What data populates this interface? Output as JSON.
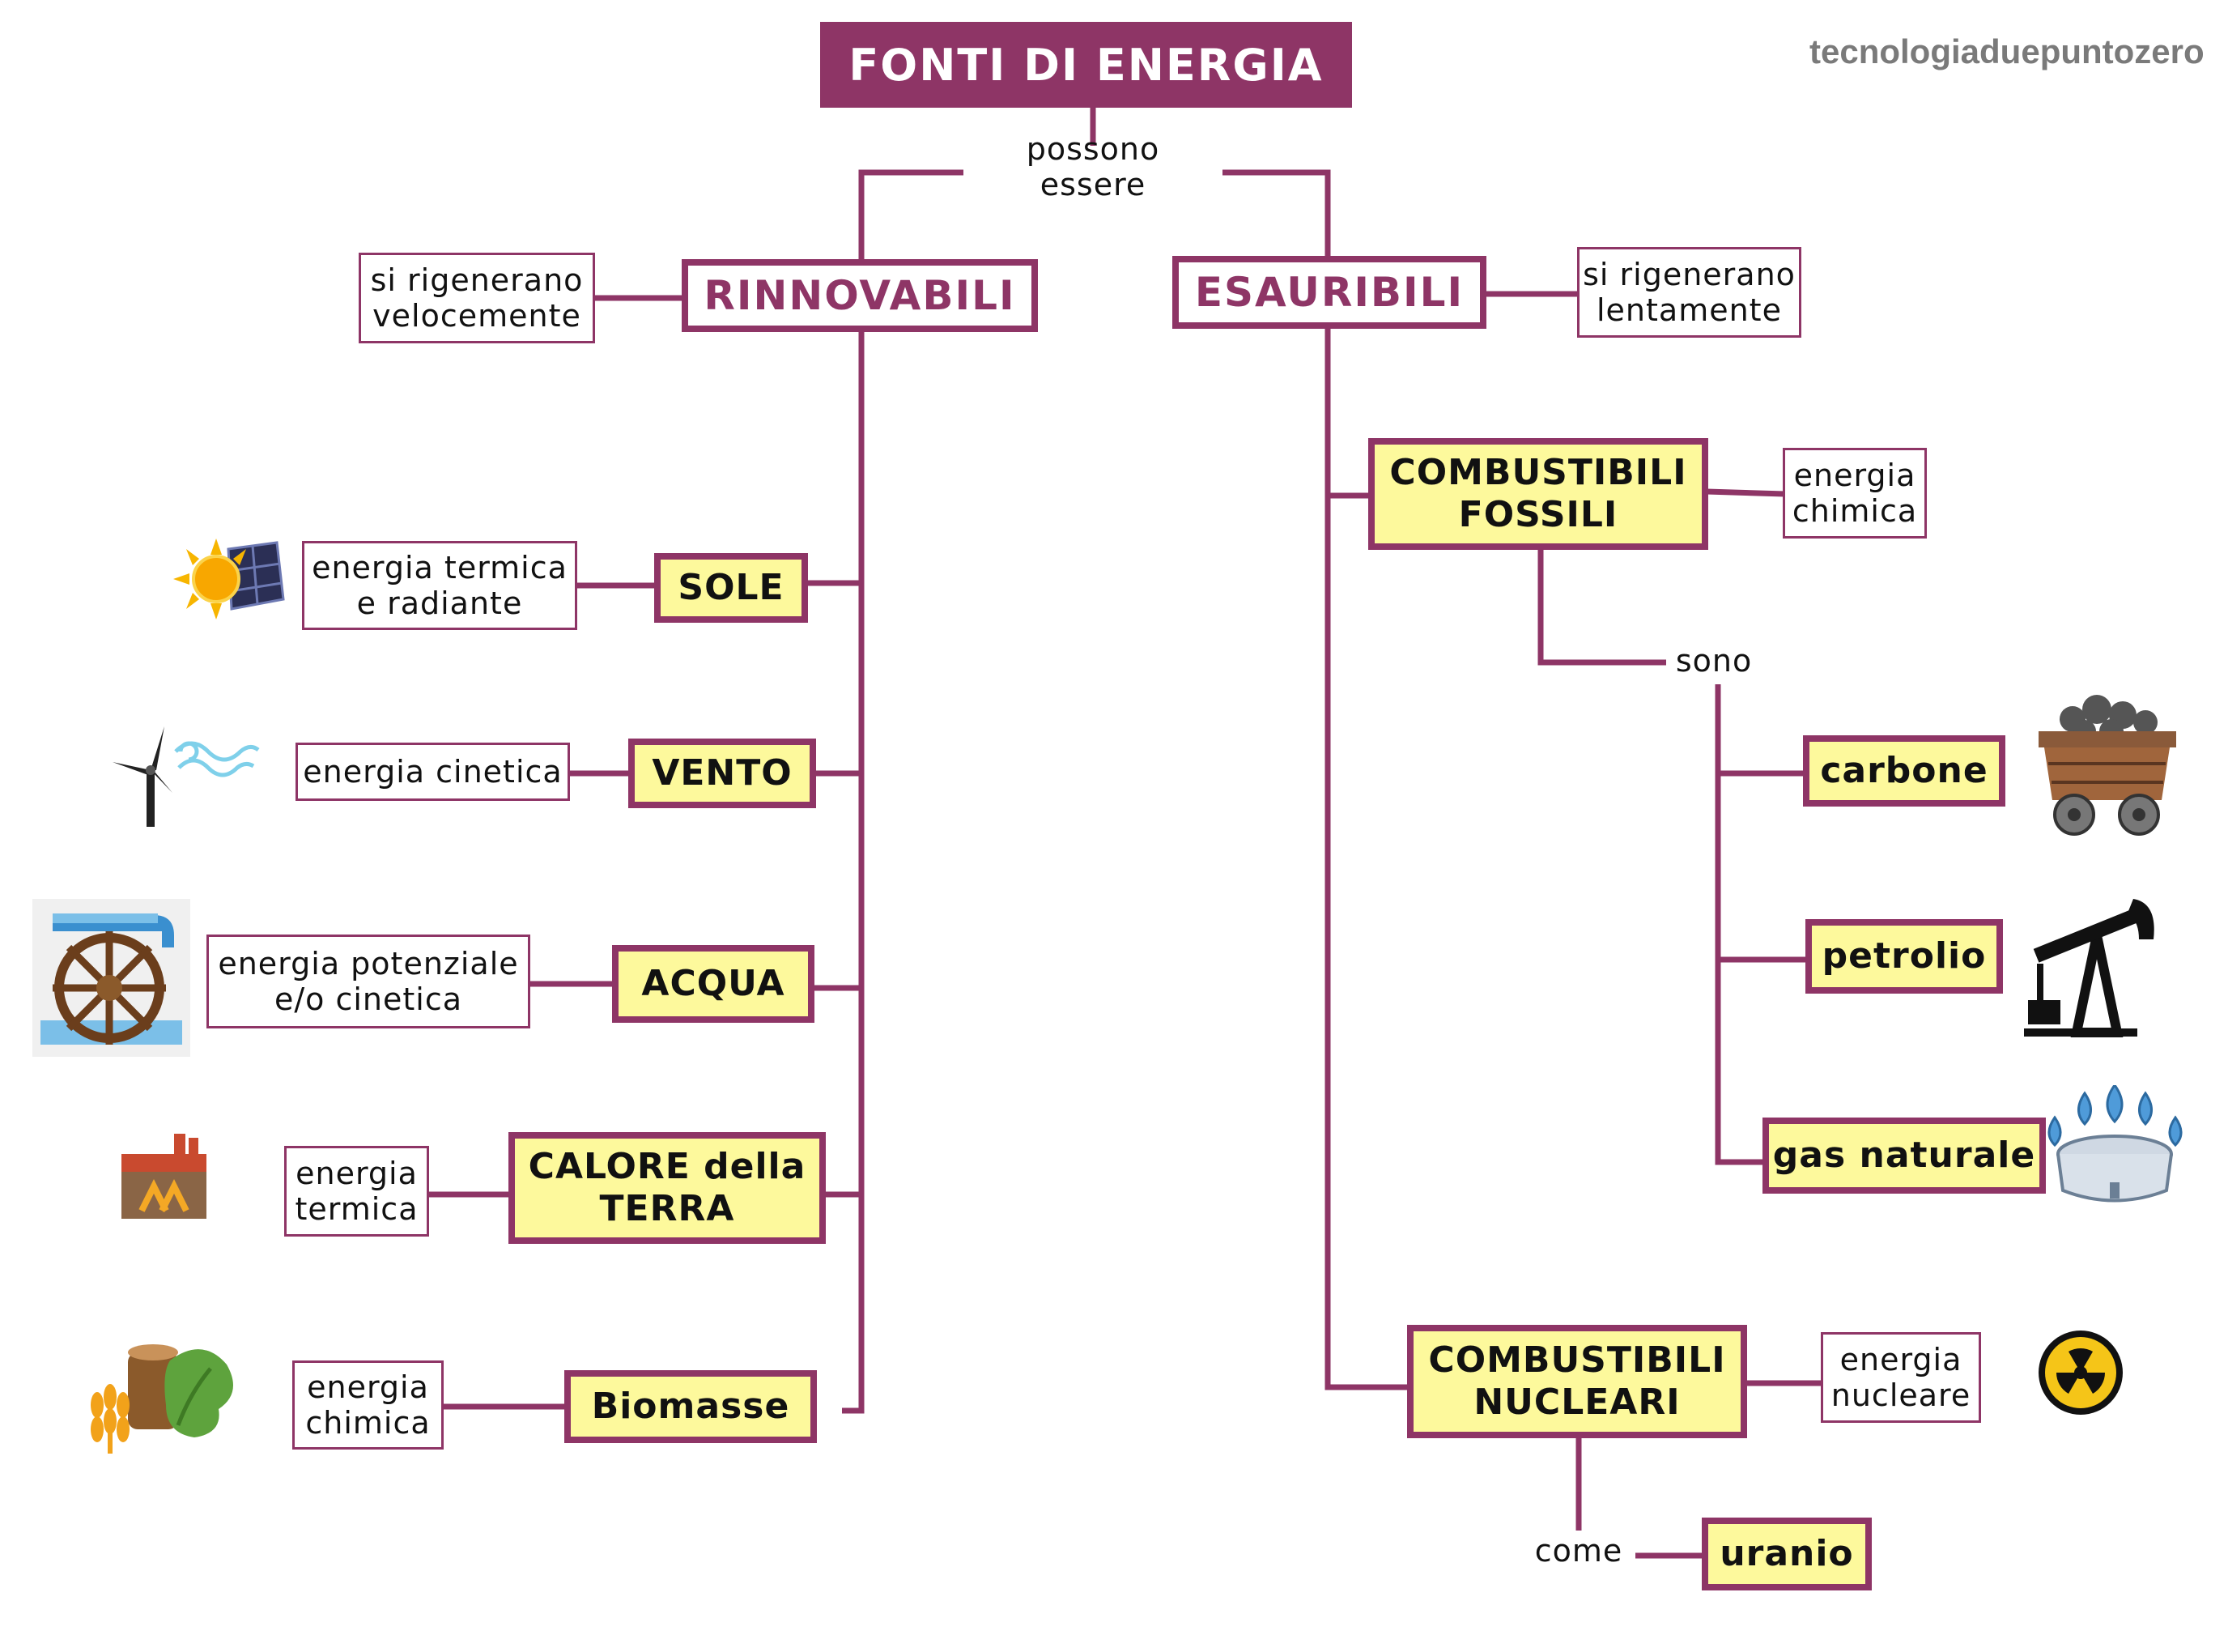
{
  "title": "FONTI DI ENERGIA",
  "brand": "tecnologiaduepuntozero",
  "link_label": "possono essere",
  "colors": {
    "accent": "#8e3566",
    "highlight": "#fdf99c"
  },
  "rinnovabili": {
    "label": "RINNOVABILI",
    "note": "si rigenerano\nvelocemente",
    "sources": [
      {
        "label": "SOLE",
        "energy": "energia termica\ne radiante",
        "icon": "sun-solar-panel-icon"
      },
      {
        "label": "VENTO",
        "energy": "energia cinetica",
        "icon": "wind-turbine-icon"
      },
      {
        "label": "ACQUA",
        "energy": "energia potenziale\ne/o cinetica",
        "icon": "water-wheel-icon"
      },
      {
        "label": "CALORE della\nTERRA",
        "energy": "energia\ntermica",
        "icon": "geothermal-plant-icon"
      },
      {
        "label": "Biomasse",
        "energy": "energia\nchimica",
        "icon": "biomass-icon"
      }
    ]
  },
  "esauribili": {
    "label": "ESAURIBILI",
    "note": "si rigenerano\nlentamente",
    "fossili": {
      "label": "COMBUSTIBILI\nFOSSILI",
      "energy": "energia\nchimica",
      "link": "sono",
      "items": [
        {
          "label": "carbone",
          "icon": "coal-cart-icon"
        },
        {
          "label": "petrolio",
          "icon": "oil-pump-icon"
        },
        {
          "label": "gas naturale",
          "icon": "gas-burner-icon"
        }
      ]
    },
    "nucleari": {
      "label": "COMBUSTIBILI\nNUCLEARI",
      "energy": "energia\nnucleare",
      "link": "come",
      "item": "uranio",
      "icon": "radiation-icon"
    }
  }
}
